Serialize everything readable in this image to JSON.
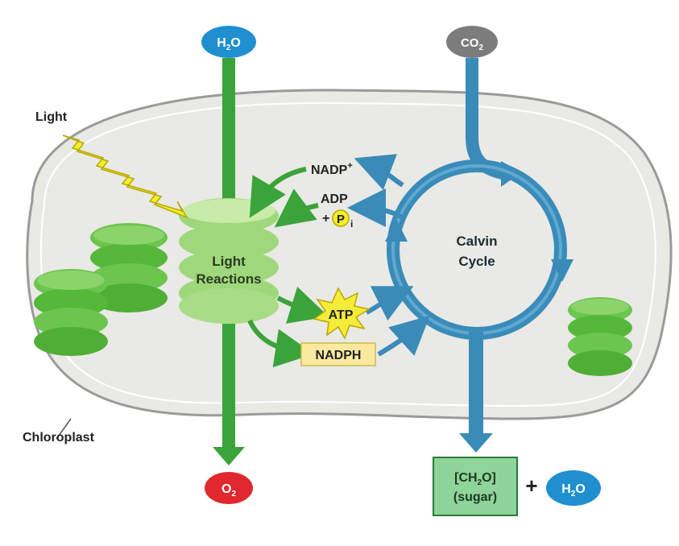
{
  "labels": {
    "light": "Light",
    "chloroplast": "Chloroplast",
    "light_reactions_1": "Light",
    "light_reactions_2": "Reactions",
    "calvin_1": "Calvin",
    "calvin_2": "Cycle",
    "nadp_plus": "NADP",
    "nadp_plus_sup": "+",
    "adp": "ADP",
    "plus_pi": "+",
    "pi_p": "P",
    "pi_i": "i",
    "atp": "ATP",
    "nadph": "NADPH",
    "plus_between": "+"
  },
  "inputs": {
    "water_top": {
      "h": "H",
      "sub": "2",
      "o": "O"
    },
    "co2": {
      "c": "CO",
      "sub": "2"
    }
  },
  "outputs": {
    "oxygen": {
      "o": "O",
      "sub": "2"
    },
    "sugar": {
      "line1a": "[CH",
      "line1sub": "2",
      "line1b": "O]",
      "line2": "(sugar)"
    },
    "water_out": {
      "h": "H",
      "sub": "2",
      "o": "O"
    }
  },
  "colors": {
    "stroma": "#e9e9e6",
    "membrane": "#9a9a9a",
    "green_arrow": "#3aa33a",
    "blue_arrow": "#3a8bb8",
    "water": "#1f8fd0",
    "co2": "#7c7c7c",
    "oxygen": "#e0282e",
    "sugar_fill": "#8fd49a",
    "thylakoid": "#5cbf4a",
    "light_bolt": "#f2ee2a",
    "atp_burst": "#f5ec3a",
    "nadph_fill": "#fbe9a0"
  }
}
